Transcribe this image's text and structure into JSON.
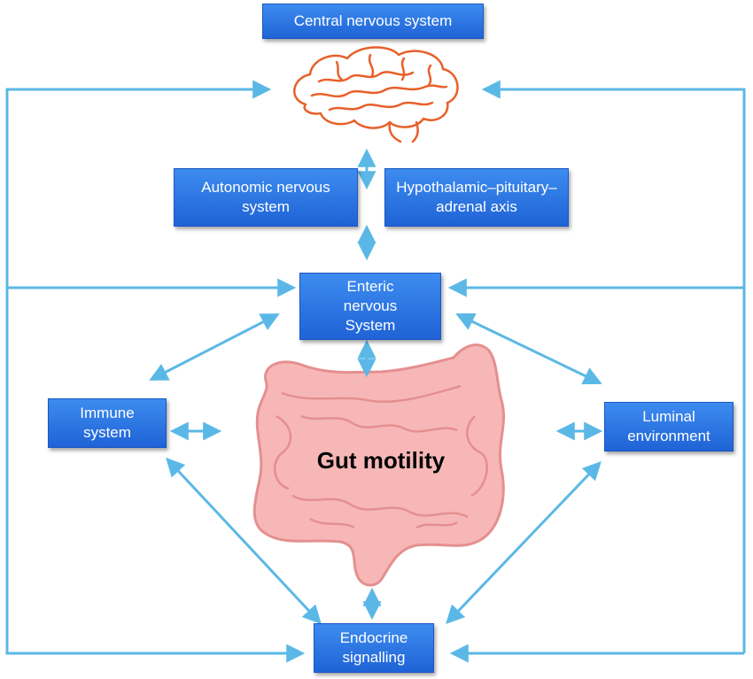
{
  "nodes": {
    "cns": {
      "lines": [
        "Central nervous system"
      ]
    },
    "ans": {
      "lines": [
        "Autonomic nervous",
        "system"
      ]
    },
    "hpa": {
      "lines": [
        "Hypothalamic–pituitary–",
        "adrenal axis"
      ]
    },
    "ens": {
      "lines": [
        "Enteric",
        "nervous",
        "System"
      ]
    },
    "immune": {
      "lines": [
        "Immune",
        "system"
      ]
    },
    "luminal": {
      "lines": [
        "Luminal",
        "environment"
      ]
    },
    "endocrine": {
      "lines": [
        "Endocrine",
        "signalling"
      ]
    }
  },
  "center_label": "Gut motility",
  "colors": {
    "box": "#2a72e0",
    "arrow": "#5bb8e6",
    "brain_stroke": "#e8602a",
    "gut_fill": "#f7b7b7",
    "gut_stroke": "#e58f8f"
  },
  "icons": [
    "brain-icon",
    "intestine-icon"
  ]
}
